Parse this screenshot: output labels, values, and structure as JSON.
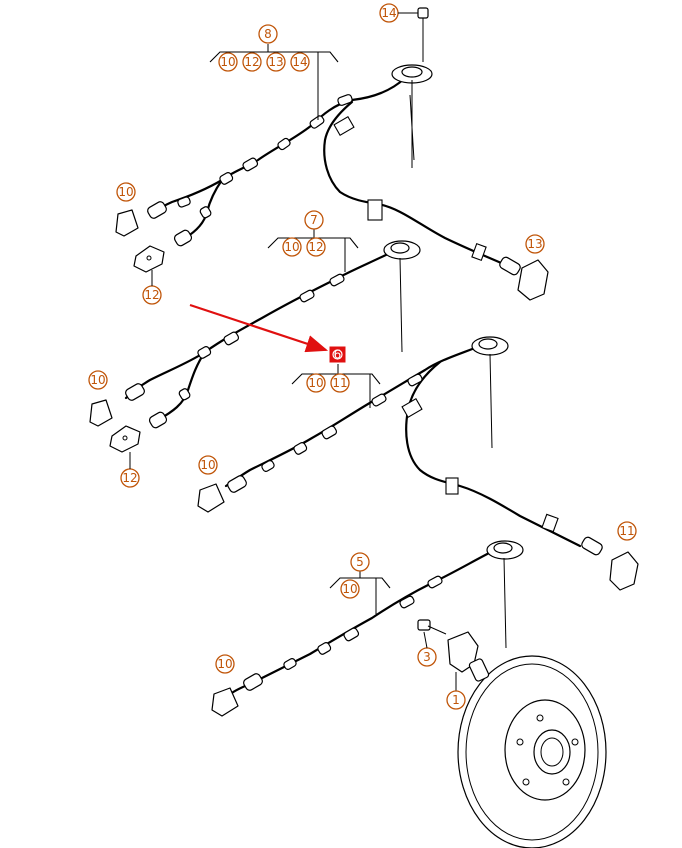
{
  "diagram": {
    "groups": {
      "group_8": {
        "label": "8",
        "subitems": [
          "10",
          "12",
          "13",
          "14"
        ]
      },
      "group_7": {
        "label": "7",
        "subitems": [
          "10",
          "12"
        ]
      },
      "group_6": {
        "label": "6",
        "subitems": [
          "10",
          "11"
        ]
      },
      "group_5": {
        "label": "5",
        "subitems": [
          "10"
        ]
      }
    },
    "callouts": {
      "c14": "14",
      "c10_a": "10",
      "c12_a": "12",
      "c13": "13",
      "c10_b": "10",
      "c12_b": "12",
      "c10_c": "10",
      "c11": "11",
      "c10_d": "10",
      "c3": "3",
      "c1": "1"
    },
    "colors": {
      "callout": "#c0560a",
      "highlight": "#e01010",
      "arrow": "#e01010"
    }
  }
}
